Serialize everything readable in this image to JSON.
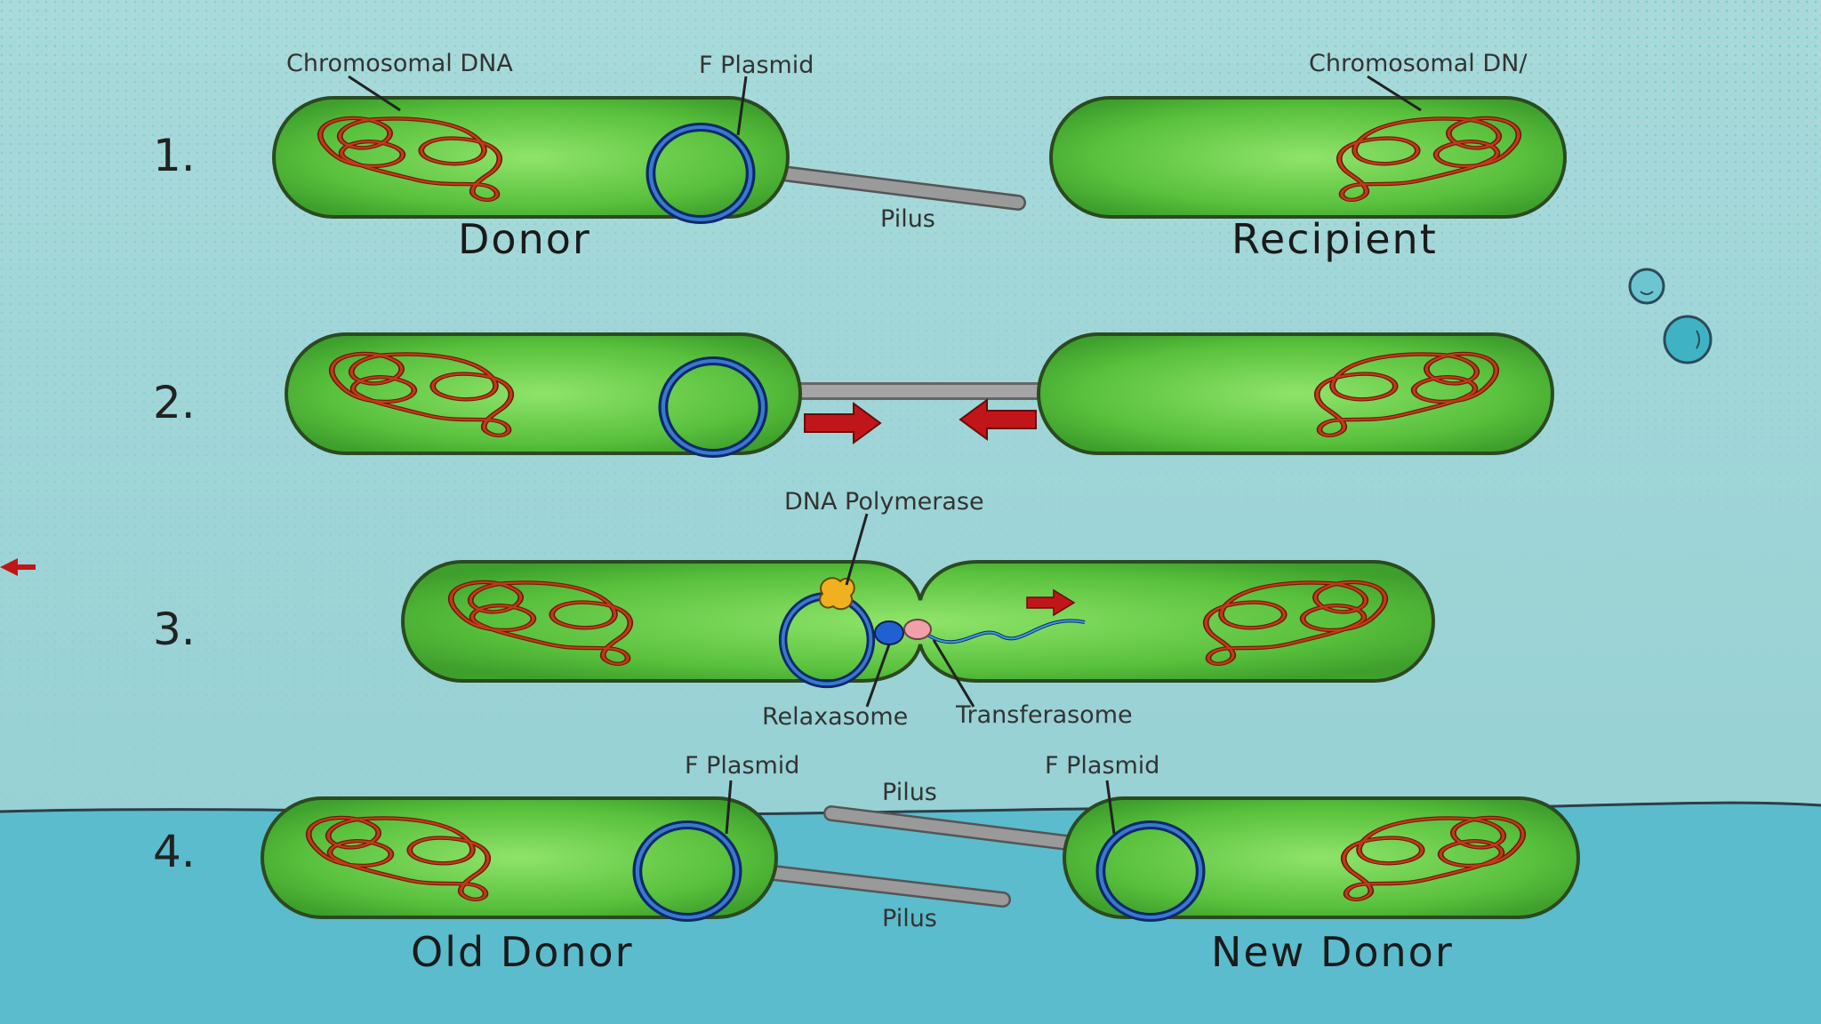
{
  "steps": [
    "1.",
    "2.",
    "3.",
    "4."
  ],
  "labels": {
    "chromosomal_dna_left": "Chromosomal DNA",
    "chromosomal_dna_right": "Chromosomal DN/",
    "f_plasmid": "F Plasmid",
    "pilus": "Pilus",
    "donor": "Donor",
    "recipient": "Recipient",
    "dna_polymerase": "DNA Polymerase",
    "relaxasome": "Relaxasome",
    "transferasome": "Transferasome",
    "old_donor": "Old Donor",
    "new_donor": "New Donor"
  },
  "colors": {
    "background_top": "#9fd6d8",
    "background_bottom": "#5bbccd",
    "cell_green": "#5cc240",
    "chromosome": "#a82a10",
    "plasmid": "#1e4fa0",
    "pilus": "#8a8a8a",
    "arrow": "#c0161a"
  }
}
